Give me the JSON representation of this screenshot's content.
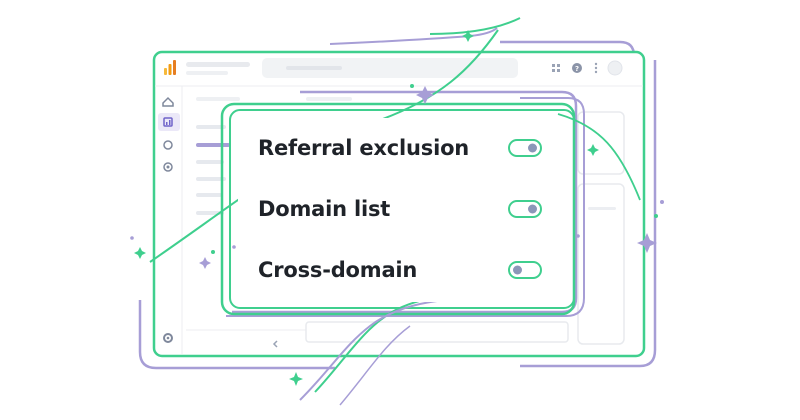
{
  "settings": {
    "rows": [
      {
        "label": "Referral exclusion",
        "enabled": true
      },
      {
        "label": "Domain list",
        "enabled": true
      },
      {
        "label": "Cross-domain",
        "enabled": false
      }
    ]
  },
  "colors": {
    "green": "#3fcf8e",
    "purple": "#a79ed6",
    "knob": "#8b97b8",
    "text": "#1f2329",
    "placeholder": "#e8eaee"
  },
  "icons": [
    "analytics-logo-icon",
    "apps-grid-icon",
    "help-icon",
    "more-vert-icon",
    "avatar",
    "home-icon",
    "reports-icon",
    "explore-icon",
    "advertising-icon",
    "gear-icon",
    "collapse-chevron-icon"
  ]
}
